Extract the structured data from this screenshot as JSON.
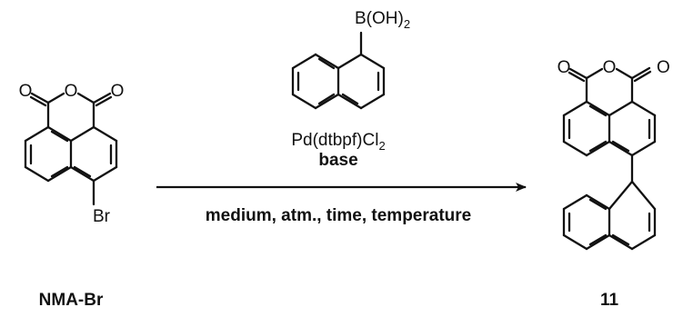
{
  "reactant": {
    "label": "NMA-Br",
    "atoms": {
      "o_left": "O",
      "o_bridge": "O",
      "o_right": "O",
      "br": "Br"
    }
  },
  "reagent": {
    "boronic_group": "B(OH)",
    "boronic_sub": "2",
    "catalyst_main": "Pd(dtbpf)Cl",
    "catalyst_sub": "2",
    "base": "base"
  },
  "conditions": "medium, atm., time, temperature",
  "product": {
    "label": "11",
    "atoms": {
      "o_left": "O",
      "o_bridge": "O",
      "o_right": "O"
    }
  }
}
